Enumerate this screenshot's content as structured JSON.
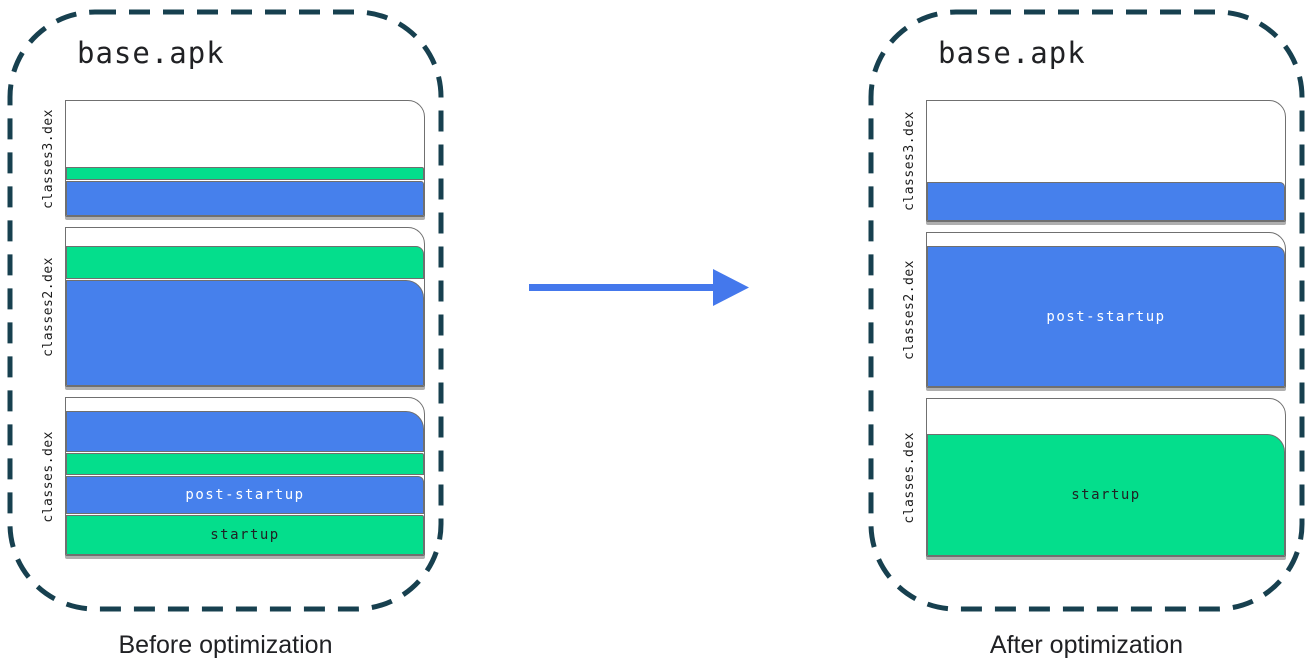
{
  "colors": {
    "blue": "#4680EC",
    "green": "#04DE8C",
    "dashed_border": "#17404F",
    "arrow": "#4478EC",
    "text_dark": "#202124",
    "text_on_blue": "#FFFFFF"
  },
  "arrow": {
    "icon": "right-arrow-icon"
  },
  "panels": [
    {
      "name": "before",
      "title": "base.apk",
      "caption": "Before optimization",
      "stacks": [
        {
          "label": "classes3.dex",
          "height": 117,
          "segments": [
            {
              "color": "green",
              "height": 13,
              "round_tr": 2
            },
            {
              "color": "blue",
              "height": 35,
              "round_tr": 3
            }
          ]
        },
        {
          "label": "classes2.dex",
          "height": 160,
          "segments": [
            {
              "color": "green",
              "height": 33,
              "round_tr": 8
            },
            {
              "color": "blue",
              "height": 106,
              "round_tr": 18
            }
          ]
        },
        {
          "label": "classes.dex",
          "height": 159,
          "segments": [
            {
              "color": "blue",
              "height": 41,
              "round_tr": 18
            },
            {
              "color": "green",
              "height": 22,
              "round_tr": 2
            },
            {
              "color": "blue",
              "height": 38,
              "round_tr": 6,
              "text": "post-startup"
            },
            {
              "color": "green",
              "height": 40,
              "round_tr": 2,
              "text": "startup"
            }
          ]
        }
      ]
    },
    {
      "name": "after",
      "title": "base.apk",
      "caption": "After optimization",
      "stacks": [
        {
          "label": "classes3.dex",
          "height": 122,
          "segments": [
            {
              "color": "blue",
              "height": 39,
              "round_tr": 5
            }
          ]
        },
        {
          "label": "classes2.dex",
          "height": 156,
          "segments": [
            {
              "color": "blue",
              "height": 141,
              "round_tr": 9,
              "text": "post-startup"
            }
          ]
        },
        {
          "label": "classes.dex",
          "height": 159,
          "segments": [
            {
              "color": "green",
              "height": 122,
              "round_tr": 18,
              "text": "startup"
            }
          ]
        }
      ]
    }
  ]
}
